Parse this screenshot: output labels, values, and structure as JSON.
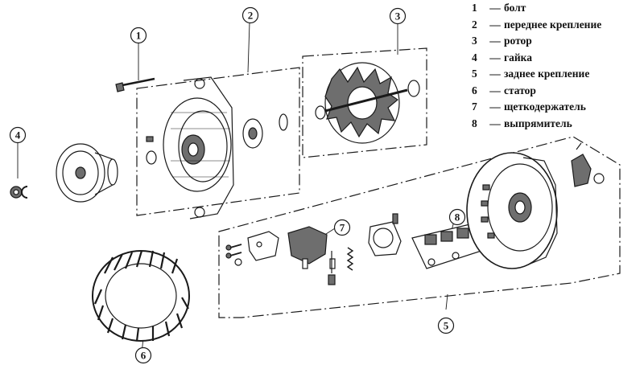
{
  "legend": {
    "dash": "—",
    "items": [
      {
        "num": "1",
        "label": "болт"
      },
      {
        "num": "2",
        "label": "переднее крепление"
      },
      {
        "num": "3",
        "label": "ротор"
      },
      {
        "num": "4",
        "label": "гайка"
      },
      {
        "num": "5",
        "label": "заднее крепление"
      },
      {
        "num": "6",
        "label": "статор"
      },
      {
        "num": "7",
        "label": "щеткодержатель"
      },
      {
        "num": "8",
        "label": "выпрямитель"
      }
    ]
  },
  "callouts": [
    "1",
    "2",
    "3",
    "4",
    "5",
    "6",
    "7",
    "8"
  ],
  "colors": {
    "ink": "#1a1a1a",
    "paper": "#ffffff",
    "shade": "#6e6e6e"
  }
}
